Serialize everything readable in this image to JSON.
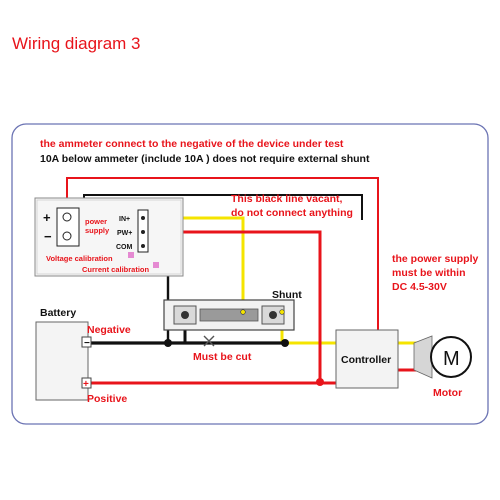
{
  "title": "Wiring diagram 3",
  "notes": {
    "line1": "the ammeter connect to the negative of the device under test",
    "line2": "10A below ammeter (include 10A ) does not require external shunt",
    "black_line_1": "This black line vacant,",
    "black_line_2": "do not connect anything",
    "power_supply_1": "the power supply",
    "power_supply_2": "must be within",
    "power_supply_3": "DC 4.5-30V",
    "must_be_cut": "Must be cut"
  },
  "meter": {
    "plus": "+",
    "minus": "−",
    "power_supply_1": "power",
    "power_supply_2": "supply",
    "terminal_in": "IN+",
    "terminal_pw": "PW+",
    "terminal_com": "COM",
    "voltage_calibration": "Voltage calibration",
    "current_calibration": "Current calibration"
  },
  "labels": {
    "battery": "Battery",
    "negative": "Negative",
    "positive": "Positive",
    "neg_sign": "−",
    "pos_sign": "+",
    "shunt": "Shunt",
    "controller": "Controller",
    "motor_symbol": "M",
    "motor": "Motor"
  },
  "colors": {
    "red": "#e8141b",
    "yellow": "#f5e400",
    "black": "#111111",
    "frame": "#6b73b3"
  }
}
